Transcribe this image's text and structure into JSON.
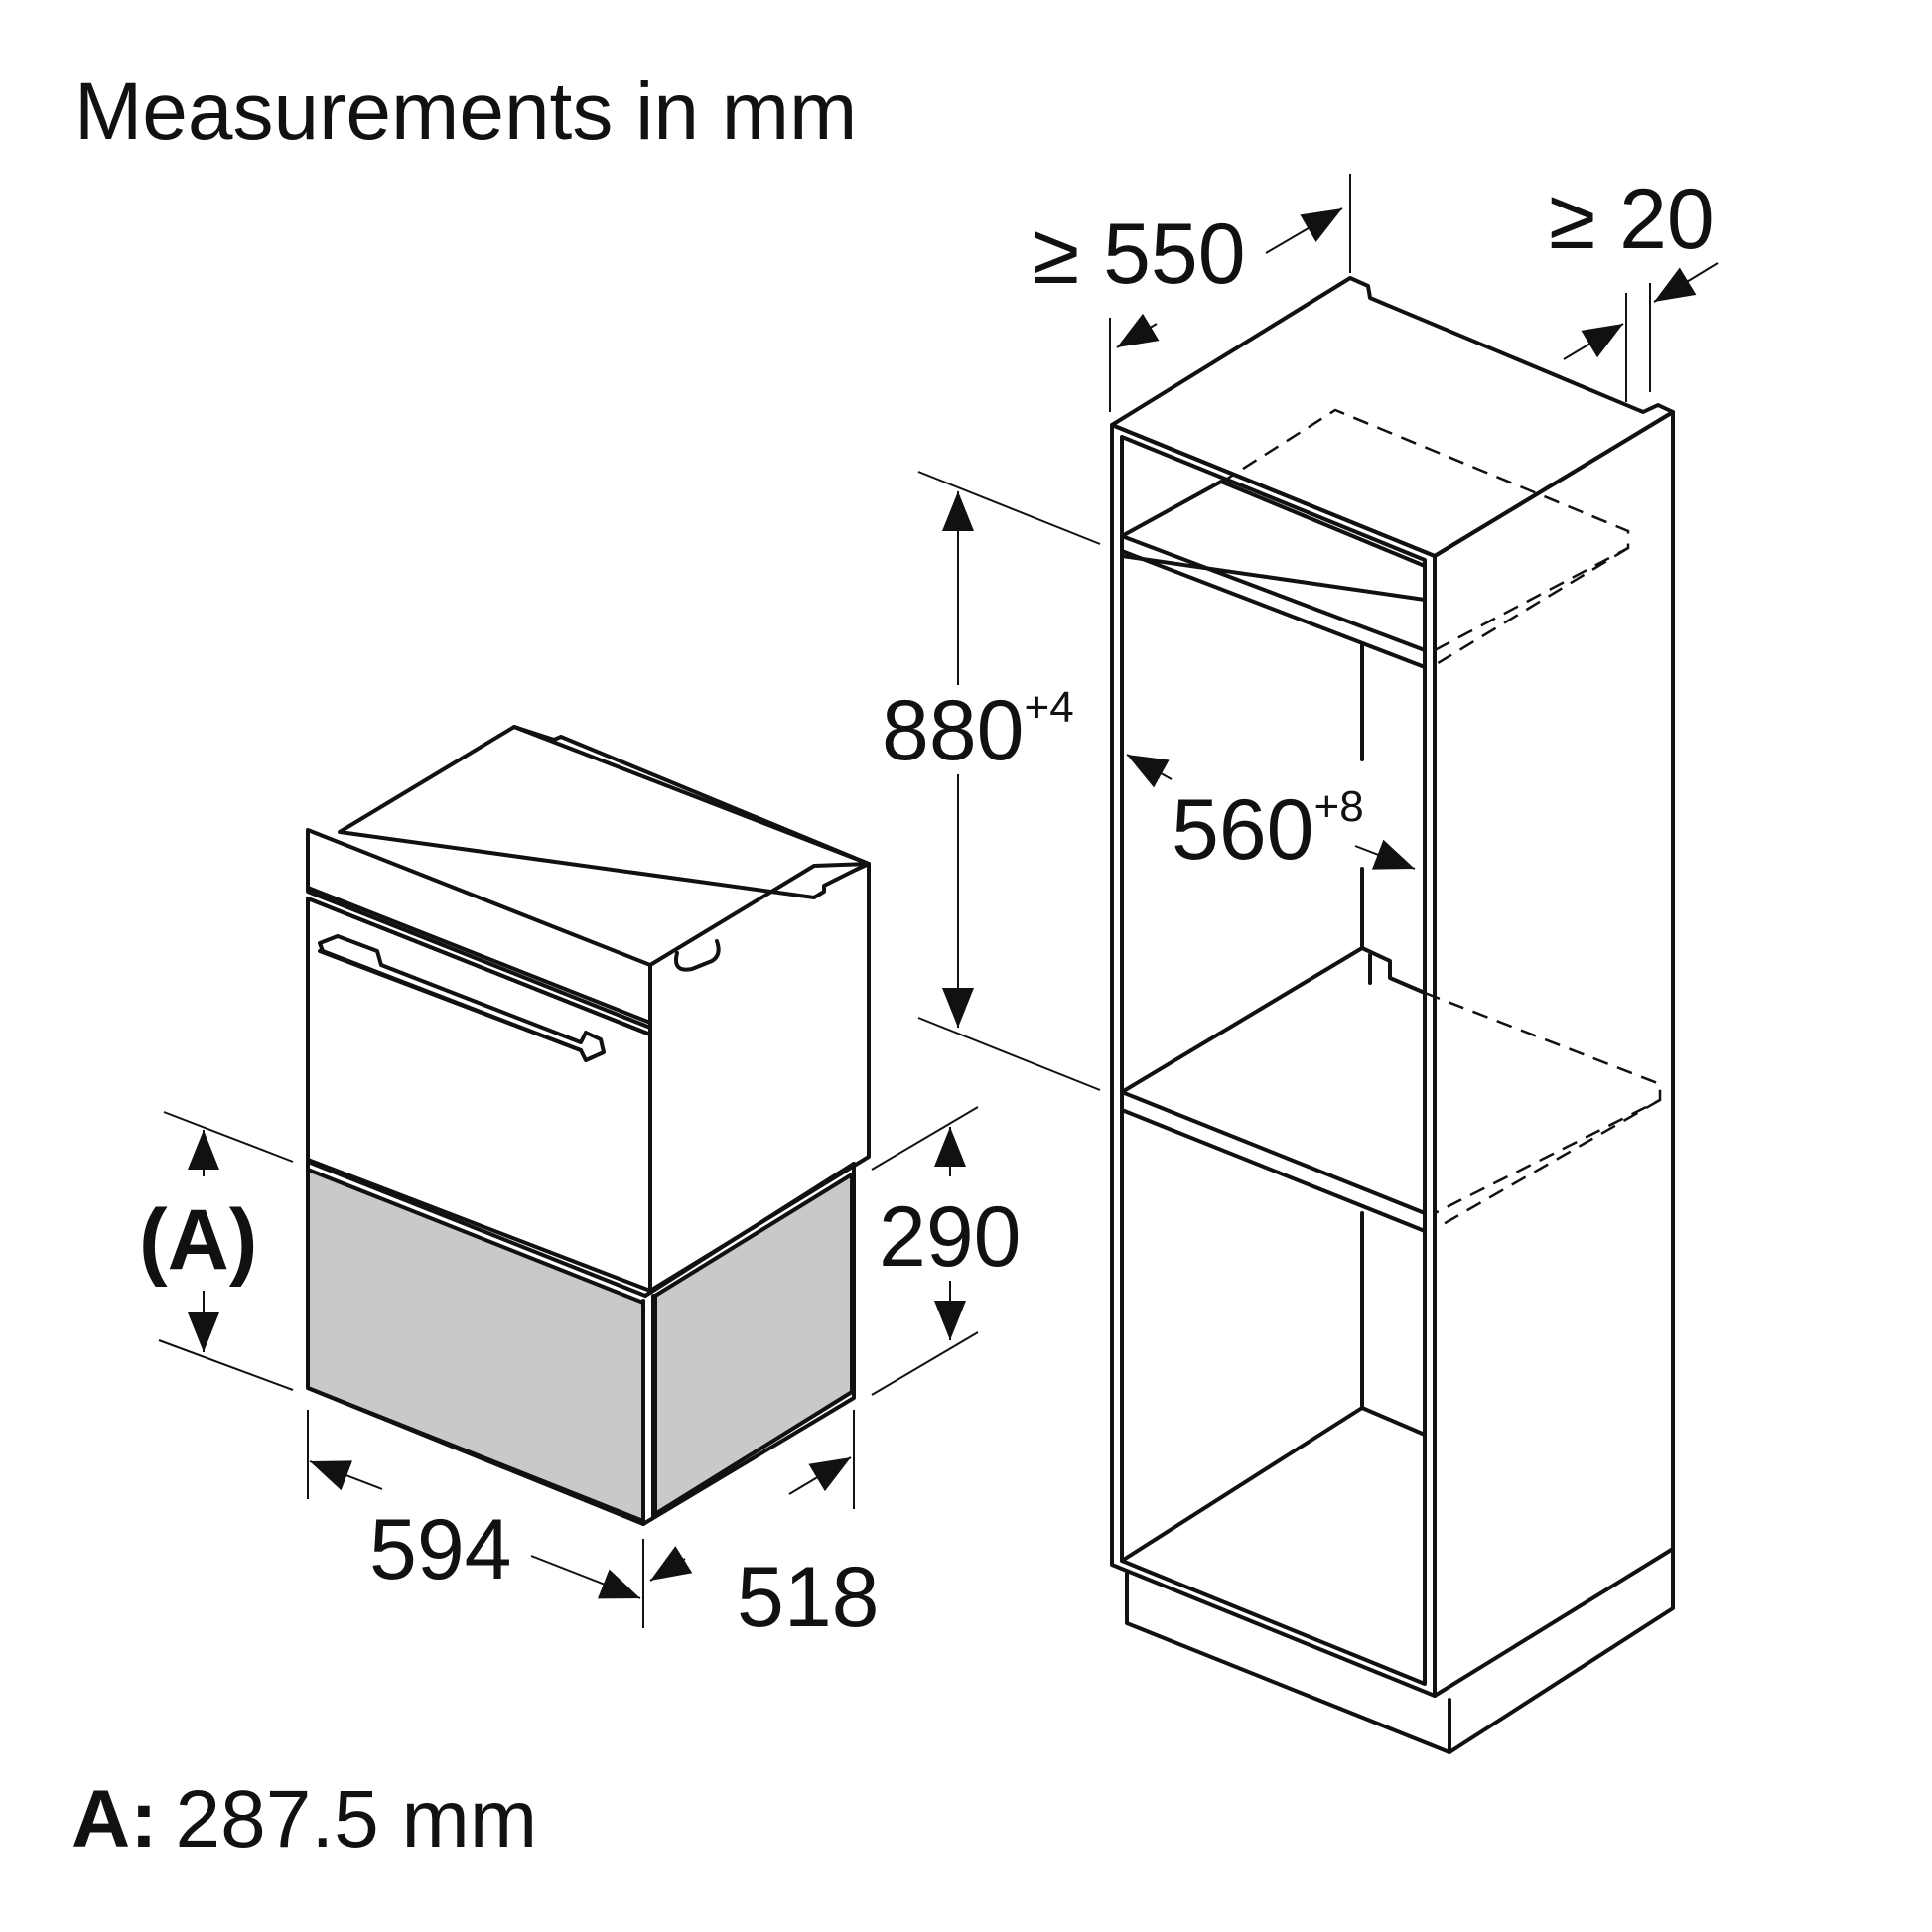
{
  "title": "Measurements in mm",
  "dimensions": {
    "niche_depth": "≥ 550",
    "rear_gap": "≥ 20",
    "niche_height": "880",
    "niche_height_tol": "+4",
    "niche_width": "560",
    "niche_width_tol": "+8",
    "drawer_height": "290",
    "label_a": "(A)",
    "appliance_width": "594",
    "appliance_depth": "518"
  },
  "footnote": {
    "key": "A:",
    "value": "287.5 mm"
  },
  "colors": {
    "drawer_fill": "#c9c9c9",
    "line": "#111111"
  }
}
